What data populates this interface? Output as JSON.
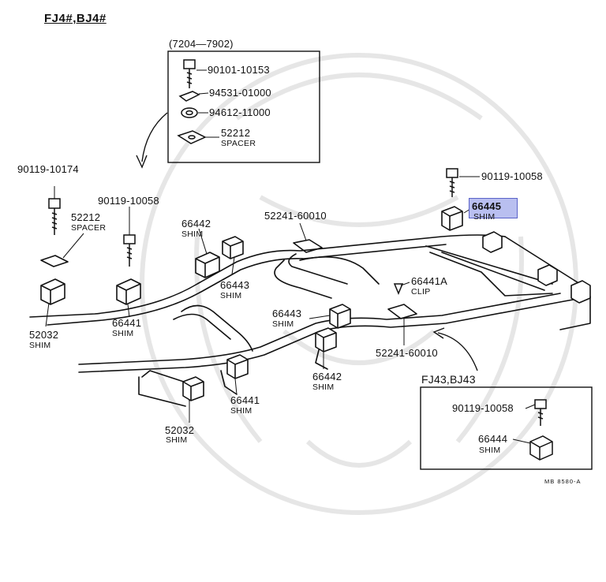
{
  "title": "FJ4#,BJ4#",
  "inset_top": {
    "date_range": "(7204—7902)",
    "items": [
      {
        "part": "90101-10153"
      },
      {
        "part": "94531-01000"
      },
      {
        "part": "94612-11000"
      },
      {
        "part": "52212",
        "name": "SPACER"
      }
    ]
  },
  "inset_bottom": {
    "title": "FJ43,BJ43",
    "items": [
      {
        "part": "90119-10058"
      },
      {
        "part": "66444",
        "name": "SHIM"
      }
    ]
  },
  "callouts": [
    {
      "part": "90119-10174"
    },
    {
      "part": "90119-10058"
    },
    {
      "part": "52212",
      "name": "SPACER"
    },
    {
      "part": "66442",
      "name": "SHIM"
    },
    {
      "part": "52241-60010"
    },
    {
      "part": "66443",
      "name": "SHIM"
    },
    {
      "part": "66441A",
      "name": "CLIP"
    },
    {
      "part": "90119-10058"
    },
    {
      "part": "66445",
      "name": "SHIM",
      "highlighted": true
    },
    {
      "part": "52032",
      "name": "SHIM"
    },
    {
      "part": "66441",
      "name": "SHIM"
    },
    {
      "part": "66443",
      "name": "SHIM"
    },
    {
      "part": "52241-60010"
    },
    {
      "part": "66442",
      "name": "SHIM"
    },
    {
      "part": "66441",
      "name": "SHIM"
    },
    {
      "part": "52032",
      "name": "SHIM"
    }
  ],
  "figure_code": "MB 8580-A",
  "colors": {
    "line": "#111111",
    "highlight": "#b9bff0",
    "highlight_border": "#5a62c8",
    "watermark": "#e8e8e8"
  }
}
